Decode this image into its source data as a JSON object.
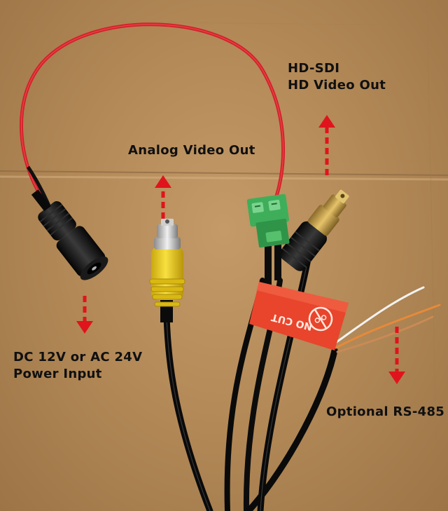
{
  "labels": {
    "hd_sdi_line1": "HD-SDI",
    "hd_sdi_line2": "HD Video Out",
    "analog_video": "Analog Video Out",
    "power_line1": "DC 12V or AC 24V",
    "power_line2": "Power Input",
    "rs485": "Optional RS-485"
  },
  "tag": {
    "text": "NO CUT"
  },
  "colors": {
    "arrow": "#e0141c",
    "red_wire": "#d4212a",
    "bnc_yellow": "#f2d21b",
    "terminal_green": "#3fae5a",
    "tag_orange": "#e8452c"
  }
}
